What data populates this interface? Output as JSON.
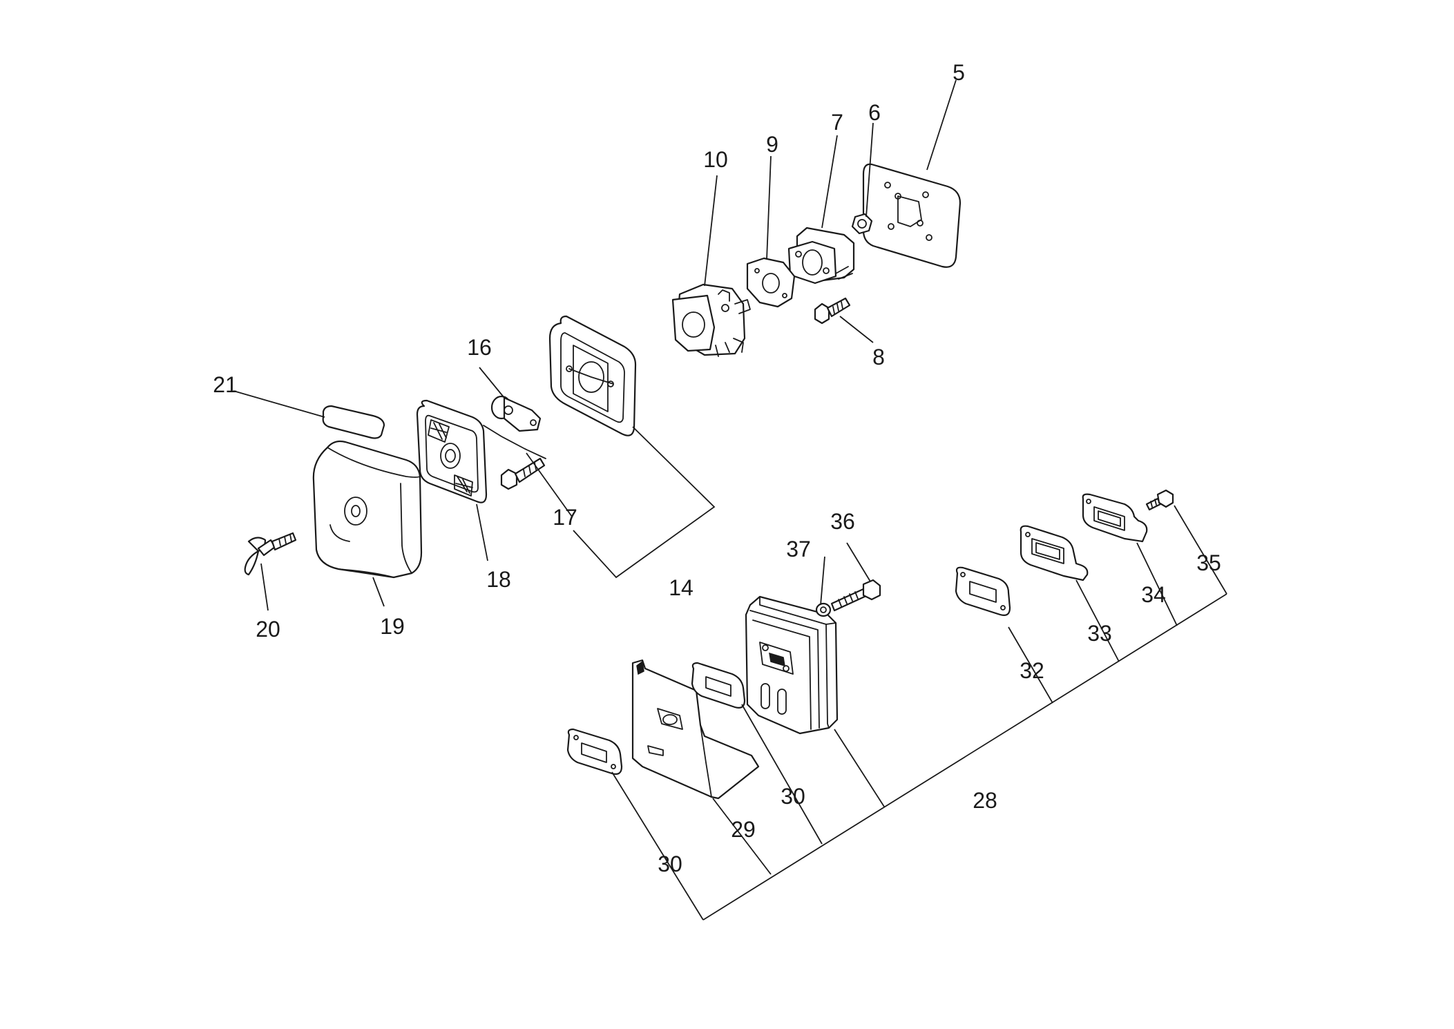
{
  "callouts": {
    "c5": "5",
    "c6": "6",
    "c7": "7",
    "c8": "8",
    "c9": "9",
    "c10": "10",
    "c14": "14",
    "c16": "16",
    "c17": "17",
    "c18": "18",
    "c19": "19",
    "c20": "20",
    "c21": "21",
    "c28": "28",
    "c29": "29",
    "c30a": "30",
    "c30b": "30",
    "c32": "32",
    "c33": "33",
    "c34": "34",
    "c35": "35",
    "c36": "36",
    "c37": "37"
  }
}
